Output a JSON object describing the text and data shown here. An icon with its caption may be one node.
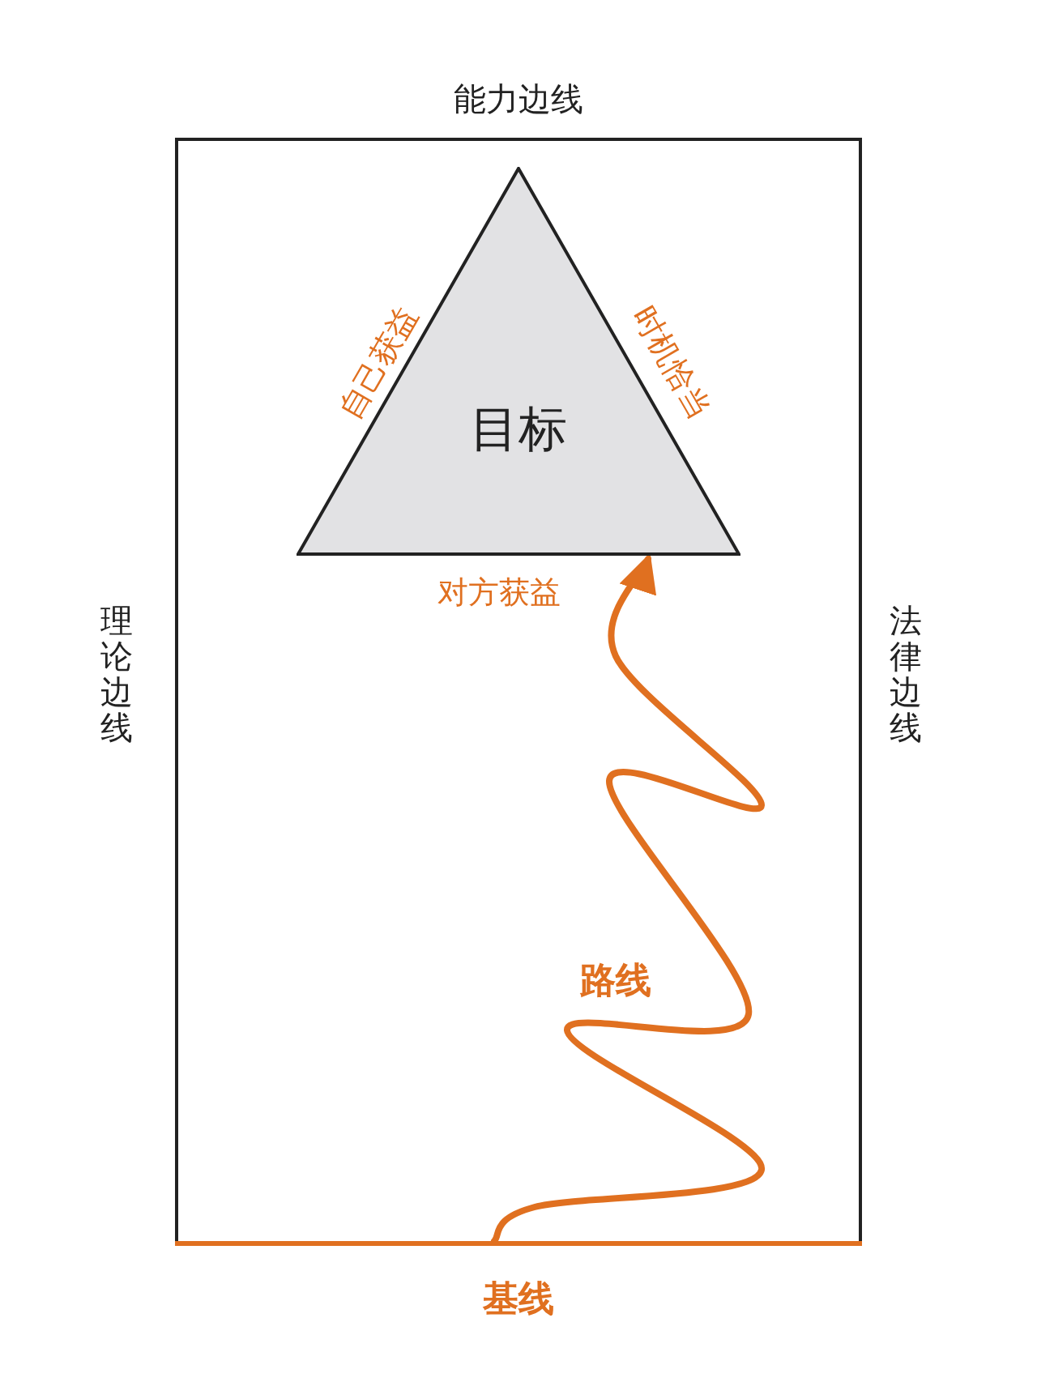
{
  "diagram": {
    "nodes": [
      {
        "text": [
          "目标"
        ],
        "beside": [
          "自己获益",
          "时机恰当",
          "对方获益"
        ]
      },
      {
        "text": [
          "基线"
        ]
      }
    ],
    "edges": [
      {
        "from": 1,
        "to": 0,
        "arrow": "to",
        "label": "路线",
        "color": "#e07020"
      }
    ],
    "labels": [
      "能力边线",
      "理论边线",
      "法律边线"
    ]
  }
}
